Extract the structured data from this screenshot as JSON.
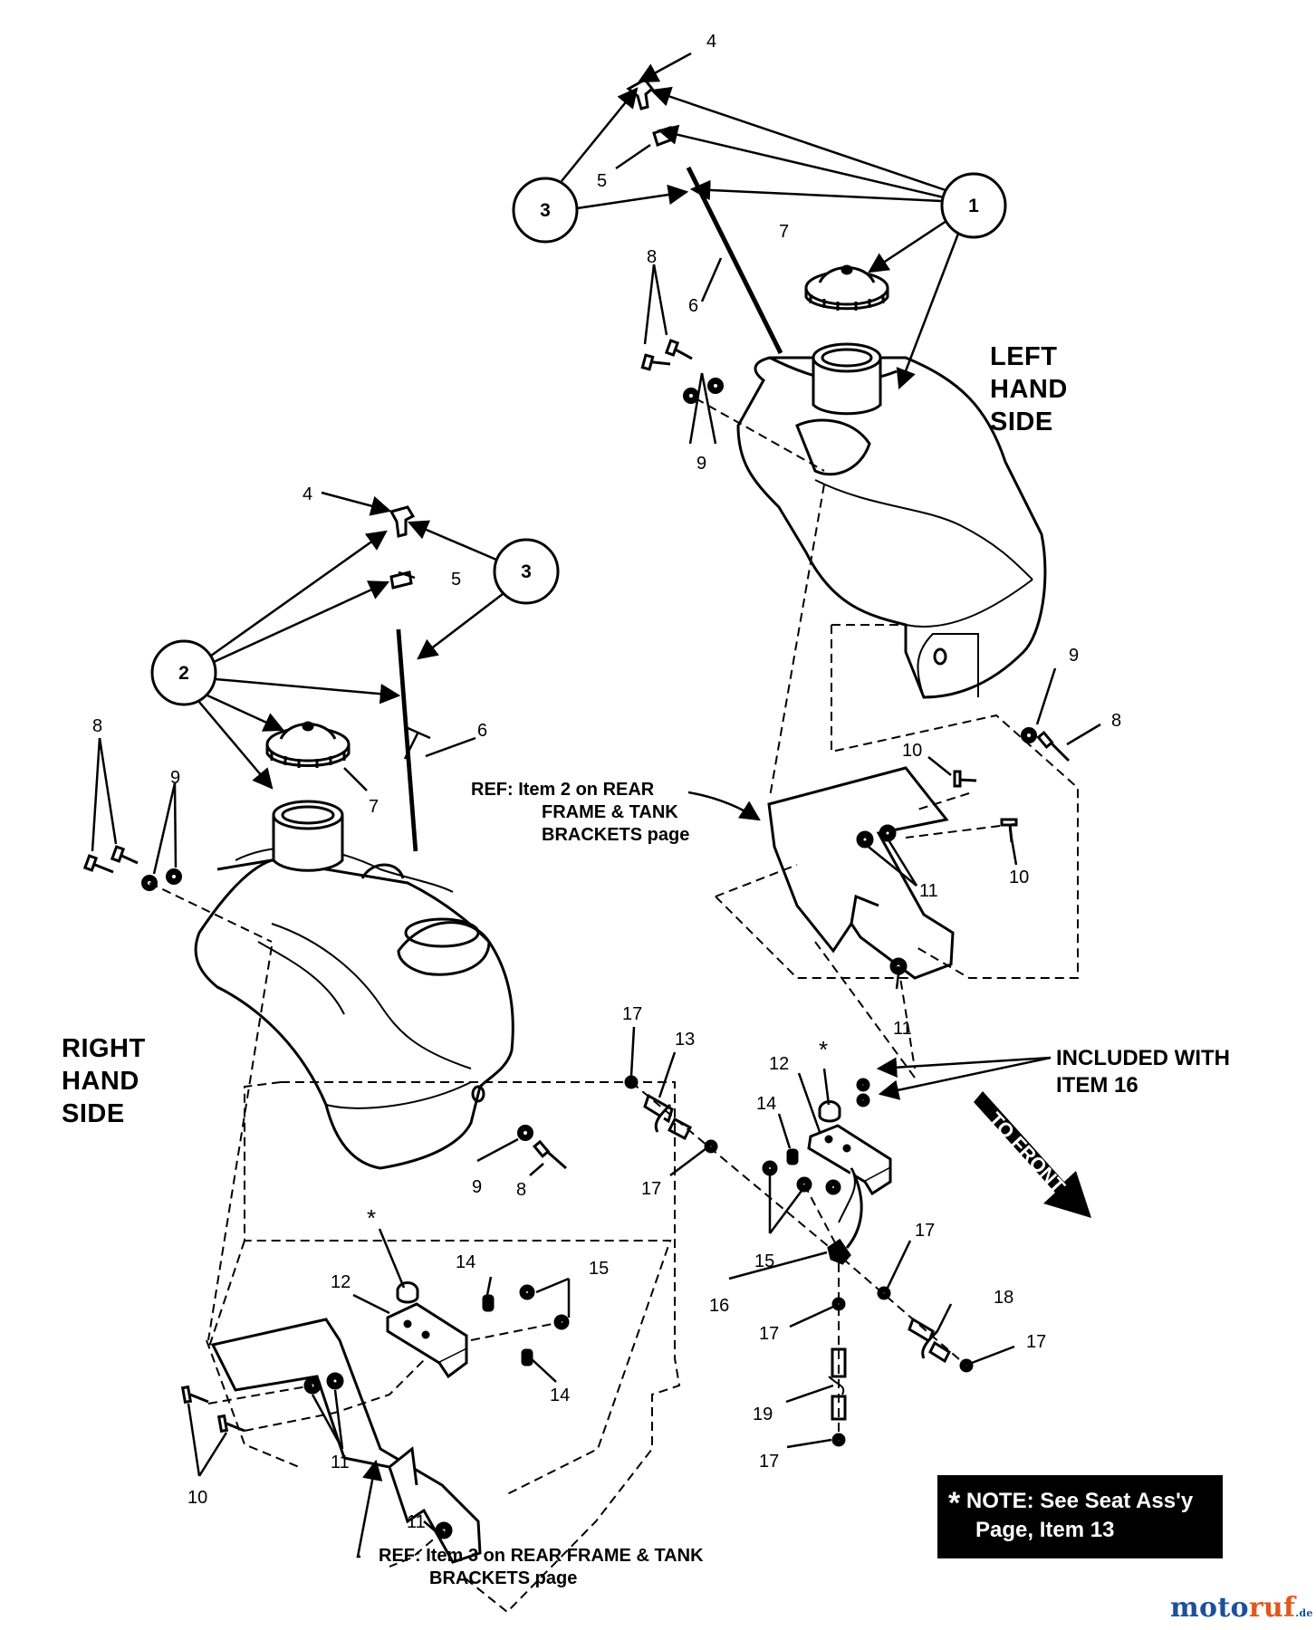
{
  "callouts": [
    "1",
    "2",
    "3",
    "3"
  ],
  "part_numbers": {
    "p4": "4",
    "p5": "5",
    "p6": "6",
    "p7": "7",
    "p8": "8",
    "p9": "9",
    "p10": "10",
    "p11": "11",
    "p12": "12",
    "p13": "13",
    "p14": "14",
    "p15": "15",
    "p16": "16",
    "p17": "17",
    "p18": "18",
    "p19": "19",
    "star": "*"
  },
  "headings": {
    "left_hand_side": [
      "LEFT",
      "HAND",
      "SIDE"
    ],
    "right_hand_side": [
      "RIGHT",
      "HAND",
      "SIDE"
    ]
  },
  "ref_notes": {
    "item2": [
      "REF: Item 2 on REAR",
      "FRAME & TANK",
      "BRACKETS page"
    ],
    "item3": [
      "REF: Item 3 on REAR FRAME & TANK",
      "BRACKETS page"
    ]
  },
  "included_note": [
    "INCLUDED WITH",
    "ITEM 16"
  ],
  "to_front": "TO FRONT",
  "seat_note": {
    "star": "*",
    "line1": "NOTE: See Seat Ass'y",
    "line2": "Page, Item 13"
  },
  "watermark": {
    "moto": "moto",
    "ruf": "ruf",
    "de": ".de"
  }
}
